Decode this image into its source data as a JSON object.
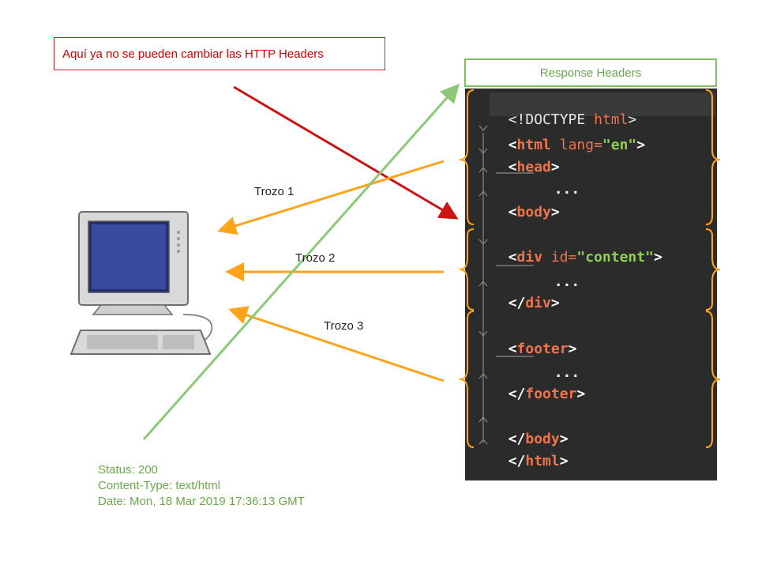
{
  "note": {
    "text": "Aquí ya no se pueden cambiar las HTTP Headers"
  },
  "response_headers": {
    "title": "Response Headers"
  },
  "chunks": [
    {
      "label": "Trozo 1"
    },
    {
      "label": "Trozo 2"
    },
    {
      "label": "Trozo 3"
    }
  ],
  "code": {
    "doctype_open": "<!DOCTYPE ",
    "doctype_tag": "html",
    "doctype_close": ">",
    "html_open": "<",
    "html_tag": "html",
    "html_attr": " lang=",
    "html_val": "\"en\"",
    "html_close": ">",
    "head_open": "<",
    "head_tag": "head",
    "head_close": ">",
    "ellipsis": "...",
    "body_open": "<",
    "body_tag": "body",
    "body_close": ">",
    "div_open": "<",
    "div_tag": "div",
    "div_attr": " id=",
    "div_val": "\"content\"",
    "div_close": ">",
    "div_end_open": "</",
    "footer_open": "<",
    "footer_tag": "footer",
    "footer_close": ">",
    "footer_end_open": "</",
    "body_end_open": "</",
    "html_end_open": "</"
  },
  "status": {
    "line1": "Status: 200",
    "line2": "Content-Type: text/html",
    "line3": "Date: Mon, 18 Mar 2019 17:36:13 GMT"
  },
  "colors": {
    "red": "#cc0000",
    "green": "#7dbf63",
    "orange": "#ffa31a",
    "panel": "#2b2b2b"
  }
}
